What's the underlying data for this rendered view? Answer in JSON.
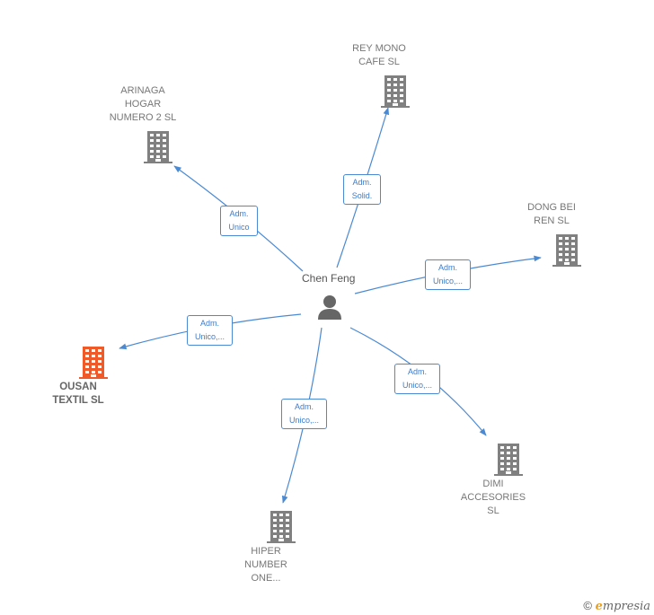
{
  "center": {
    "name": "Chen Feng",
    "icon": "person-icon"
  },
  "companies": [
    {
      "id": "rey-mono",
      "label": "REY MONO\nCAFE  SL",
      "relation": "Adm.\nSolid.",
      "highlight": false
    },
    {
      "id": "arinaga",
      "label": "ARINAGA\nHOGAR\nNUMERO 2  SL",
      "relation": "Adm.\nUnico",
      "highlight": false
    },
    {
      "id": "dong-bei",
      "label": "DONG BEI\nREN  SL",
      "relation": "Adm.\nUnico,...",
      "highlight": false
    },
    {
      "id": "ousan",
      "label": "OUSAN\nTEXTIL  SL",
      "relation": "Adm.\nUnico,...",
      "highlight": true
    },
    {
      "id": "dimi",
      "label": "DIMI\nACCESORIES\nSL",
      "relation": "Adm.\nUnico,...",
      "highlight": false
    },
    {
      "id": "hiper",
      "label": "HIPER\nNUMBER\nONE...",
      "relation": "Adm.\nUnico,...",
      "highlight": false
    }
  ],
  "colors": {
    "edge": "#4a8ad4",
    "building": "#808080",
    "highlight": "#f05a28"
  },
  "footer": {
    "copyright": "©",
    "brand_first": "e",
    "brand_rest": "mpresia"
  }
}
